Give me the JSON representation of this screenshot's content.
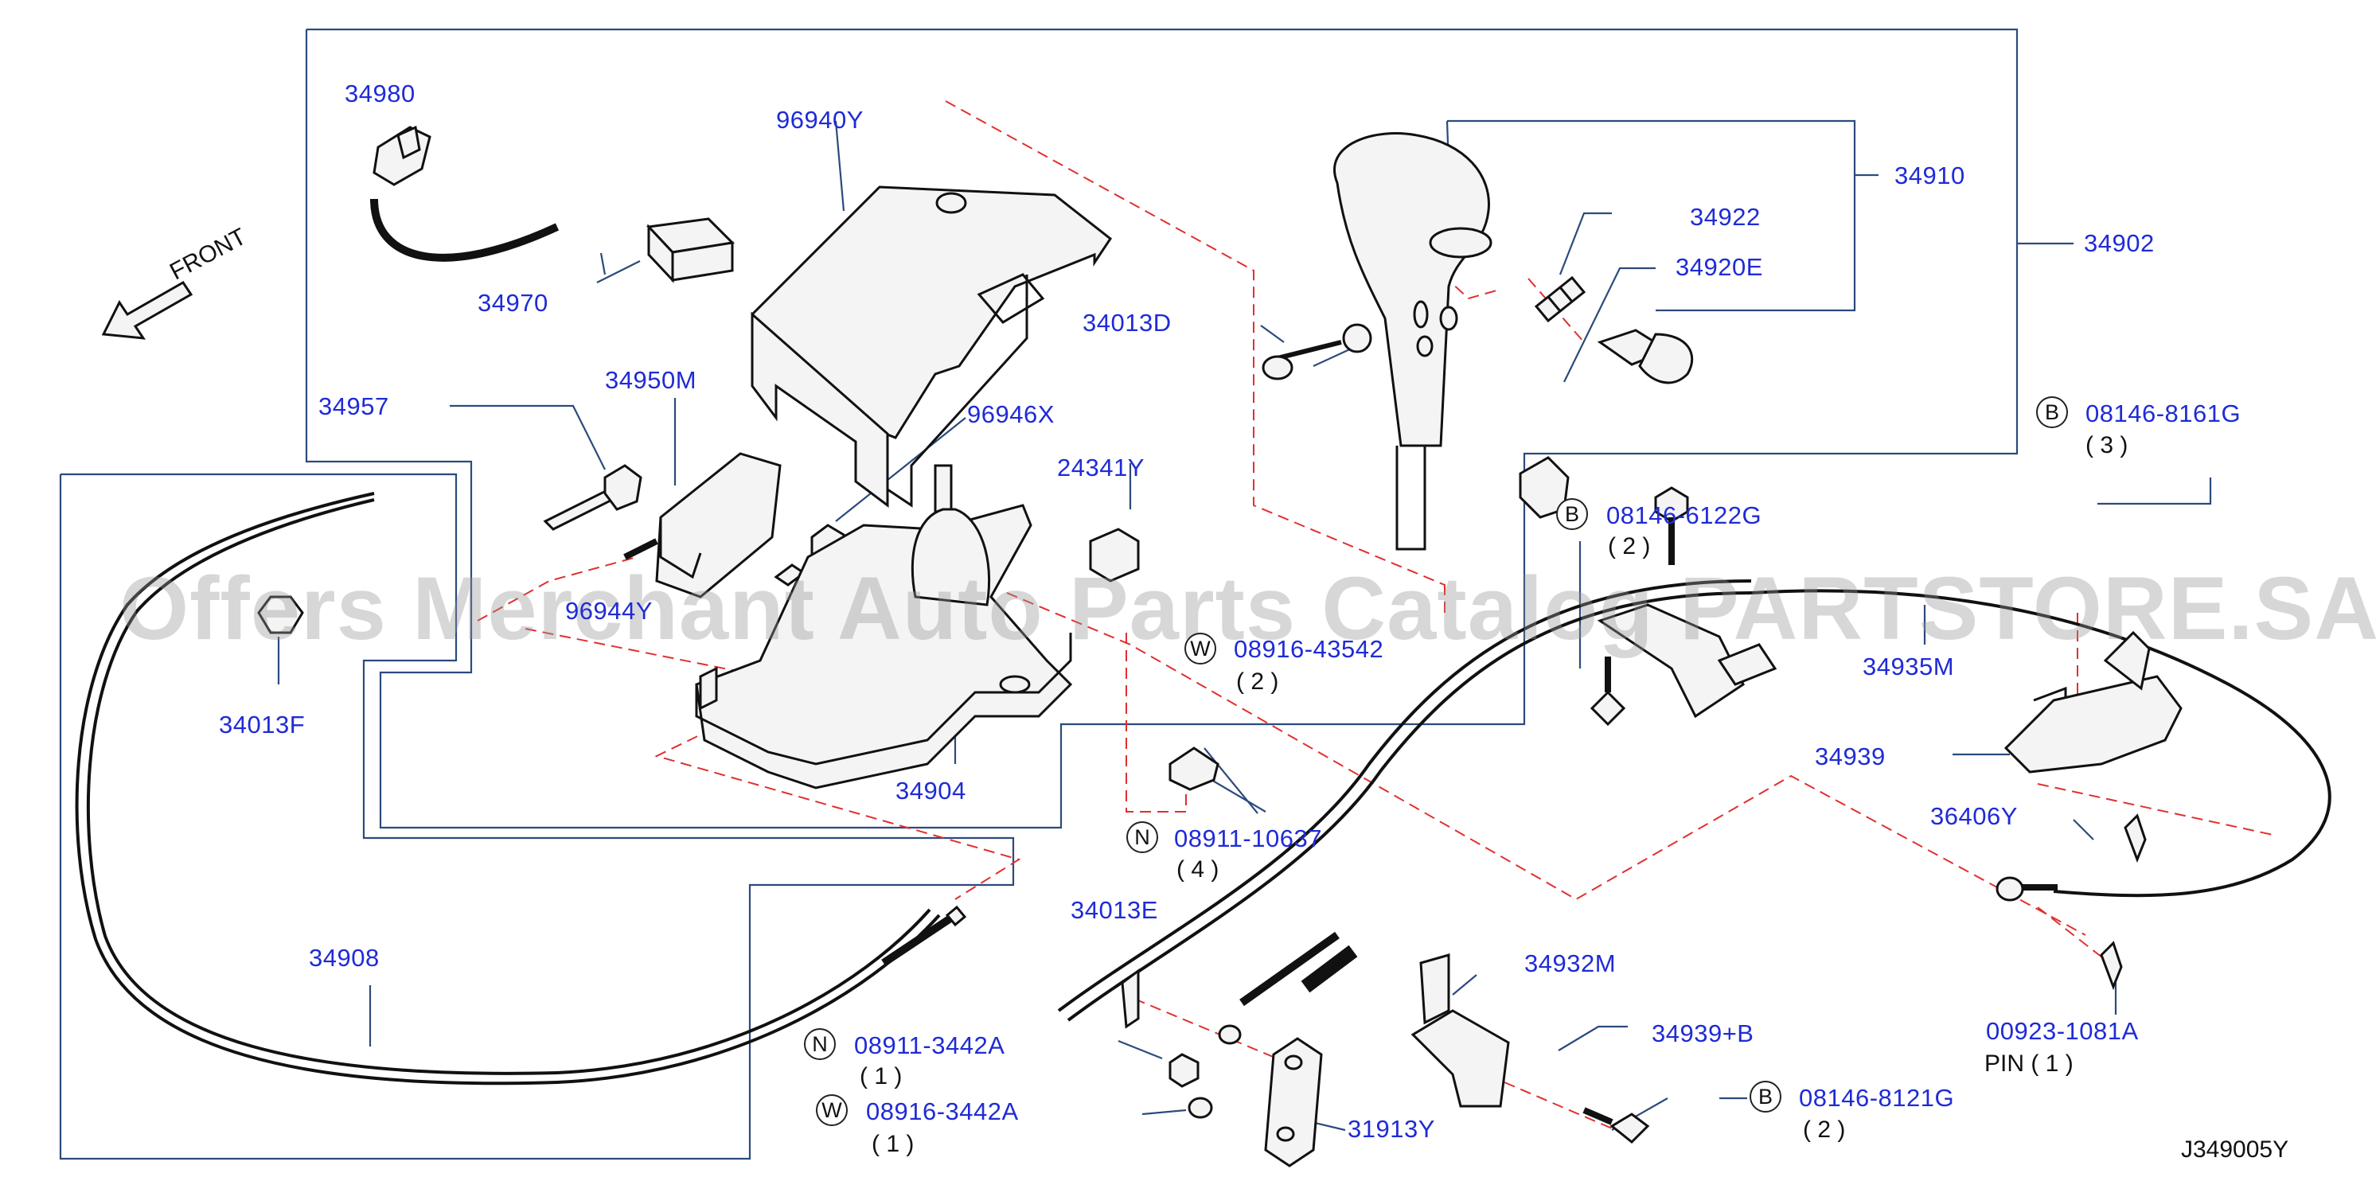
{
  "watermark": "Offers Merchant Auto Parts Catalog PARTSTORE.SA",
  "front_label": "FRONT",
  "diagram_code": "J349005Y",
  "parts": {
    "p34980": "34980",
    "p96940Y": "96940Y",
    "p34910": "34910",
    "p34922": "34922",
    "p34920E": "34920E",
    "p34902": "34902",
    "p34970": "34970",
    "p34013D": "34013D",
    "p34957": "34957",
    "p34950M": "34950M",
    "p96946X": "96946X",
    "p24341Y": "24341Y",
    "p96944": "96944Y",
    "p34013F": "34013F",
    "p34904": "34904",
    "p34908": "34908",
    "p34935M": "34935M",
    "p34939": "34939",
    "p36406Y": "36406Y",
    "p34013E": "34013E",
    "p34932M": "34932M",
    "p34939B": "34939+B",
    "p31913Y": "31913Y",
    "p00923": "00923-1081A"
  },
  "fasteners": {
    "f8161G": {
      "prefix": "B",
      "number": "08146-8161G",
      "qty": "( 3 )"
    },
    "f6122G": {
      "prefix": "B",
      "number": "08146-6122G",
      "qty": "( 2 )"
    },
    "f43542": {
      "prefix": "W",
      "number": "08916-43542",
      "qty": "( 2 )"
    },
    "f10637": {
      "prefix": "N",
      "number": "08911-10637",
      "qty": "( 4 )"
    },
    "f3442A_n": {
      "prefix": "N",
      "number": "08911-3442A",
      "qty": "( 1 )"
    },
    "f3442A_w": {
      "prefix": "W",
      "number": "08916-3442A",
      "qty": "( 1 )"
    },
    "f8121G": {
      "prefix": "B",
      "number": "08146-8121G",
      "qty": "( 2 )"
    }
  },
  "pin_note": "PIN ( 1 )"
}
